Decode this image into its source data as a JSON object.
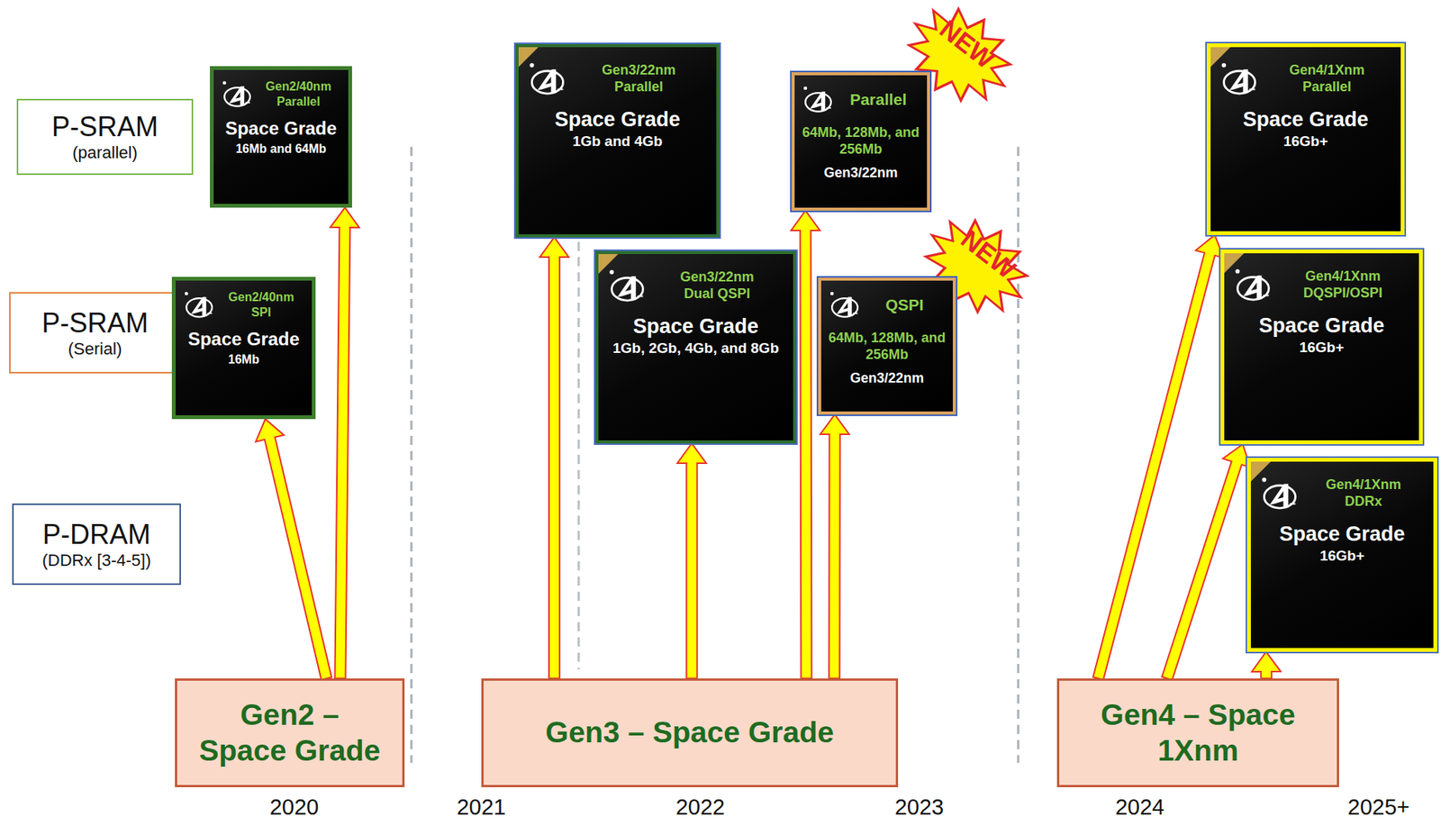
{
  "diagram": {
    "nodes": [
      {
        "text": [
          "P-SRAM",
          "(parallel)"
        ]
      },
      {
        "text": [
          "Gen2/40nm Parallel",
          "Space Grade",
          "16Mb and 64Mb"
        ],
        "in": 0
      },
      {
        "text": [
          "Gen3/22nm Parallel",
          "Space Grade",
          "1Gb and 4Gb"
        ],
        "in": 0
      },
      {
        "text": [
          "Parallel",
          "64Mb, 128Mb, and 256Mb",
          "Gen3/22nm"
        ],
        "in": 0
      },
      {
        "text": [
          "Gen4/1Xnm Parallel",
          "Space Grade",
          "16Gb+"
        ],
        "in": 0
      },
      {
        "text": [
          "P-SRAM",
          "(Serial)"
        ]
      },
      {
        "text": [
          "Gen2/40nm SPI",
          "Space Grade",
          "16Mb"
        ],
        "in": 5
      },
      {
        "text": [
          "Gen3/22nm Dual QSPI",
          "Space Grade",
          "1Gb, 2Gb, 4Gb, and 8Gb"
        ],
        "in": 5
      },
      {
        "text": [
          "QSPI",
          "64Mb, 128Mb, and 256Mb",
          "Gen3/22nm"
        ],
        "in": 5
      },
      {
        "text": [
          "Gen4/1Xnm DQSPI/OSPI",
          "Space Grade",
          "16Gb+"
        ],
        "in": 5
      },
      {
        "text": [
          "P-DRAM",
          "(DDRx [3-4-5])"
        ]
      },
      {
        "text": [
          "Gen4/1Xnm DDRx",
          "Space Grade",
          "16Gb+"
        ],
        "in": 10
      },
      {
        "text": [
          "Gen2 – Space Grade"
        ]
      },
      {
        "text": [
          "Gen3 – Space Grade"
        ]
      },
      {
        "text": [
          "Gen4 – Space 1Xnm"
        ]
      }
    ],
    "edges": [
      {
        "from": 12,
        "to": 1,
        "arrow": "to"
      },
      {
        "from": 12,
        "to": 6,
        "arrow": "to"
      },
      {
        "from": 13,
        "to": 2,
        "arrow": "to"
      },
      {
        "from": 13,
        "to": 7,
        "arrow": "to"
      },
      {
        "from": 13,
        "to": 3,
        "arrow": "to"
      },
      {
        "from": 13,
        "to": 8,
        "arrow": "to"
      },
      {
        "from": 14,
        "to": 4,
        "arrow": "to"
      },
      {
        "from": 14,
        "to": 9,
        "arrow": "to"
      },
      {
        "from": 14,
        "to": 11,
        "arrow": "to"
      }
    ],
    "labels": [
      "NEW",
      "NEW",
      "2020",
      "2021",
      "2022",
      "2023",
      "2024",
      "2025+"
    ]
  }
}
